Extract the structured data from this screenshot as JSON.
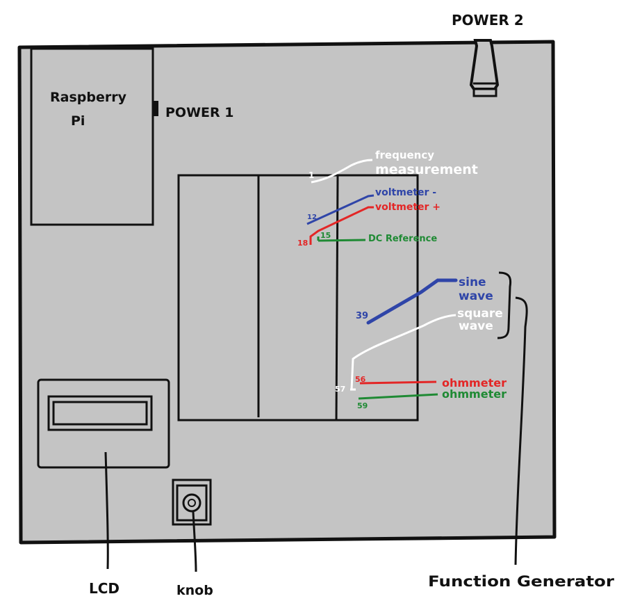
{
  "colors": {
    "board": "#c4c4c4",
    "ink": "#111111",
    "white": "#ffffff",
    "blue": "#2f45a8",
    "red": "#e32626",
    "green": "#1f8a34"
  },
  "labels": {
    "power2": "POWER 2",
    "power1": "POWER 1",
    "raspberry_line1": "Raspberry",
    "raspberry_line2": "Pi",
    "lcd": "LCD",
    "knob": "knob",
    "function_generator": "Function Generator"
  },
  "pins": {
    "freq": {
      "pin": "1",
      "line1": "frequency",
      "line2": "measurement"
    },
    "volt_minus": {
      "pin": "12",
      "label": "voltmeter -"
    },
    "volt_plus": {
      "pin": "18",
      "label": "voltmeter +"
    },
    "dc_ref": {
      "pin": "15",
      "label": "DC Reference"
    },
    "sine": {
      "pin": "39",
      "line1": "sine",
      "line2": "wave"
    },
    "square": {
      "pin": "57",
      "line1": "square",
      "line2": "wave"
    },
    "ohm_red": {
      "pin": "56",
      "label": "ohmmeter"
    },
    "ohm_green": {
      "pin": "59",
      "label": "ohmmeter"
    }
  }
}
